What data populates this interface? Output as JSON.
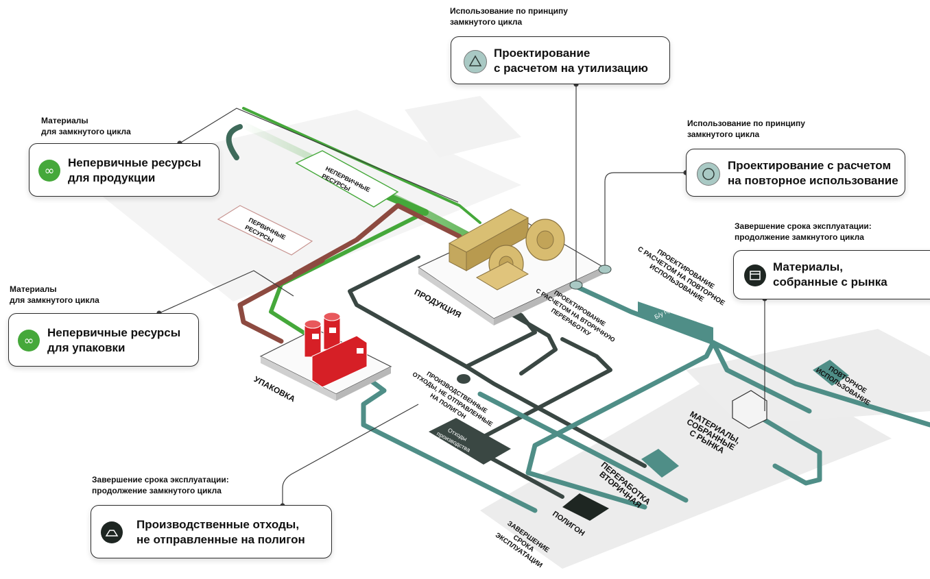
{
  "colors": {
    "green": "#45a83a",
    "brown": "#8d4a40",
    "dark": "#3a4743",
    "teal": "#4f8e87",
    "red": "#d61f26",
    "wood": "#d2b56a",
    "icon_teal": "#a9c9c4",
    "icon_dark": "#2f3a36"
  },
  "cards": {
    "design_recycle": {
      "heading": "Использование по принципу\nзамкнутого цикла",
      "title": "Проектирование\nс расчетом на утилизацию",
      "icon": "recycle-icon"
    },
    "nonprimary_product": {
      "heading": "Материалы\nдля замкнутого цикла",
      "title": "Непервичные ресурсы\nдля продукции",
      "icon": "infinity-icon"
    },
    "design_reuse": {
      "heading": "Использование по принципу\nзамкнутого цикла",
      "title": "Проектирование с расчетом\nна повторное использование",
      "icon": "reuse-cycle-icon"
    },
    "collected": {
      "heading": "Завершение срока эксплуатации:\nпродолжение замкнутого цикла",
      "title": "Материалы,\nсобранные  с рынка",
      "icon": "box-icon"
    },
    "nonprimary_pack": {
      "heading": "Материалы\nдля замкнутого цикла",
      "title": "Непервичные ресурсы\nдля упаковки",
      "icon": "infinity-icon"
    },
    "prod_waste": {
      "heading": "Завершение срока эксплуатации:\nпродолжение замкнутого цикла",
      "title": "Производственные отходы,\nне отправленные на полигон",
      "icon": "landfill-icon"
    }
  },
  "labels": {
    "nonprimary": "НЕПЕРВИЧНЫЕ\nРЕСУРСЫ",
    "primary": "ПЕРВИЧНЫЕ\nРЕСУРСЫ",
    "product": "ПРОДУКЦИЯ",
    "packaging": "УПАКОВКА",
    "design_secondary": "ПРОЕКТИРОВАНИЕ\nС РАСЧЕТОМ НА ВТОРИЧНУЮ\nПЕРЕРАБОТКУ",
    "design_reuse": "ПРОЕКТИРОВАНИЕ\nС РАСЧЕТОМ НА ПОВТОРНОЕ\nИСПОЛЬЗОВАНИЕ",
    "used_products": "Б/у продукты",
    "reuse": "ПОВТОРНОЕ\nИСПОЛЬЗОВАНИЕ",
    "collected_market": "МАТЕРИАЛЫ,\nСОБРАННЫЕ\nС РЫНКА",
    "prod_waste_not_landfill": "ПРОИЗВОДСТВЕННЫЕ\nОТХОДЫ, НЕ ОТПРАВЛЕННЫЕ\nНА ПОЛИГОН",
    "prod_waste_box": "Отходы\nпроизводства",
    "recycling": "ПЕРЕРАБОТКА\nВТОРИЧНАЯ",
    "landfill": "ПОЛИГОН",
    "end_of_life": "ЗАВЕРШЕНИЕ\nСРОКА\nЭКСПЛУАТАЦИИ"
  }
}
